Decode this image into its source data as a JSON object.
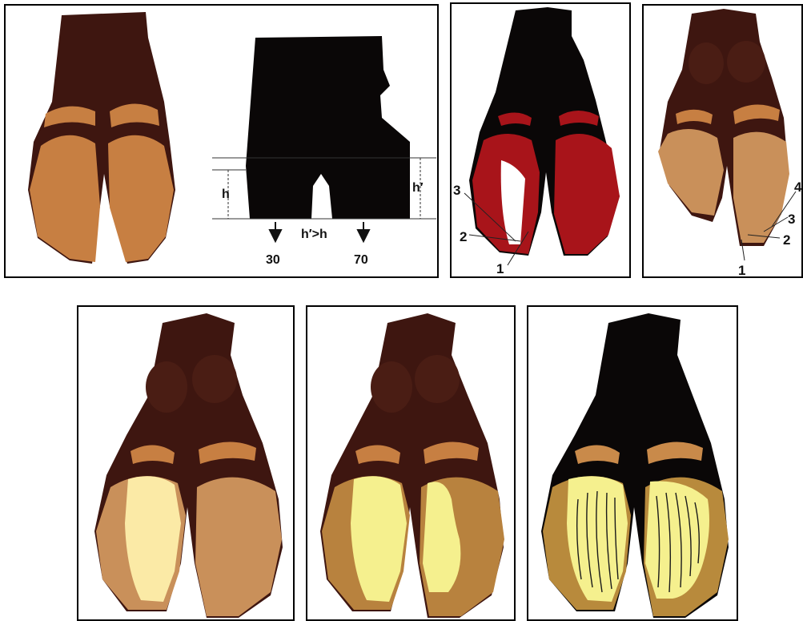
{
  "colors": {
    "black": "#0a0707",
    "dark_brown": "#3e1610",
    "brown_mid": "#4a1d14",
    "tan": "#c77f42",
    "tan_light": "#c9905a",
    "medium_brown": "#b8823e",
    "olive_tan": "#b88a3c",
    "red": "#a8141a",
    "pale_yellow": "#fbeaa6",
    "cream": "#f5f08e",
    "bar_tan": "#c98a4a"
  },
  "panels": {
    "heights": {
      "h": "h",
      "h_prime": "h′",
      "relation": "h′>h",
      "left_value": "30",
      "right_value": "70"
    },
    "red_labels": [
      "3",
      "2",
      "1"
    ],
    "tan_labels": [
      "4",
      "3",
      "2",
      "1"
    ]
  }
}
